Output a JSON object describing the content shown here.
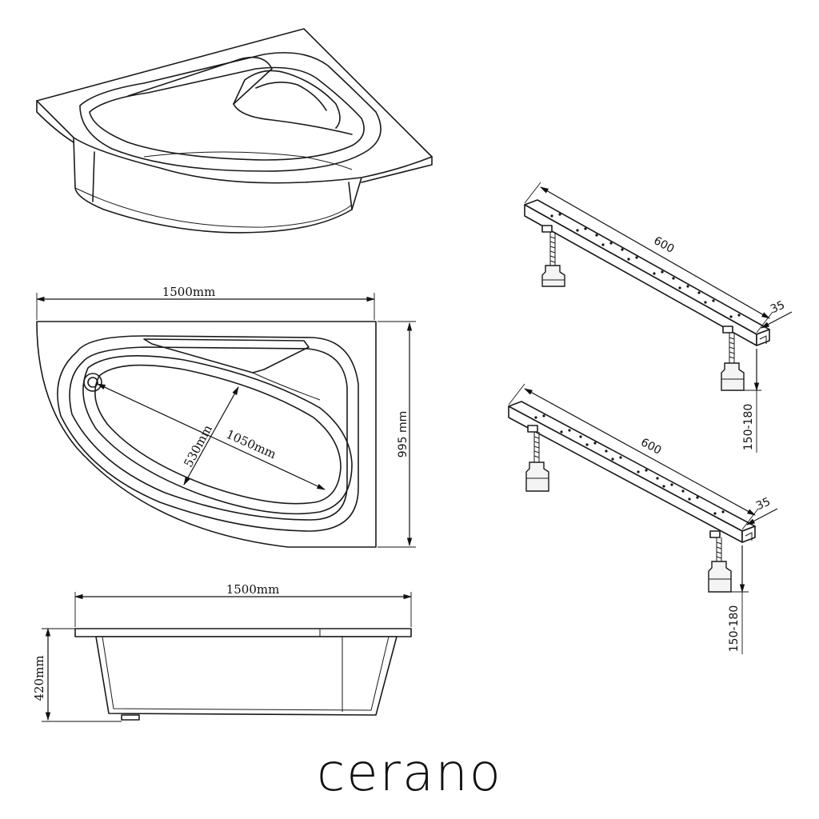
{
  "top_view": {
    "width_label": "1500mm",
    "depth_label": "995 mm",
    "inner_length_label": "1050mm",
    "inner_width_label": "530mm"
  },
  "side_view": {
    "width_label": "1500mm",
    "height_label": "420mm"
  },
  "leg_upper": {
    "length_label": "600",
    "width_label": "35",
    "height_label": "150-180"
  },
  "leg_lower": {
    "length_label": "600",
    "width_label": "35",
    "height_label": "150-180"
  },
  "brand": {
    "name": "cerano"
  }
}
